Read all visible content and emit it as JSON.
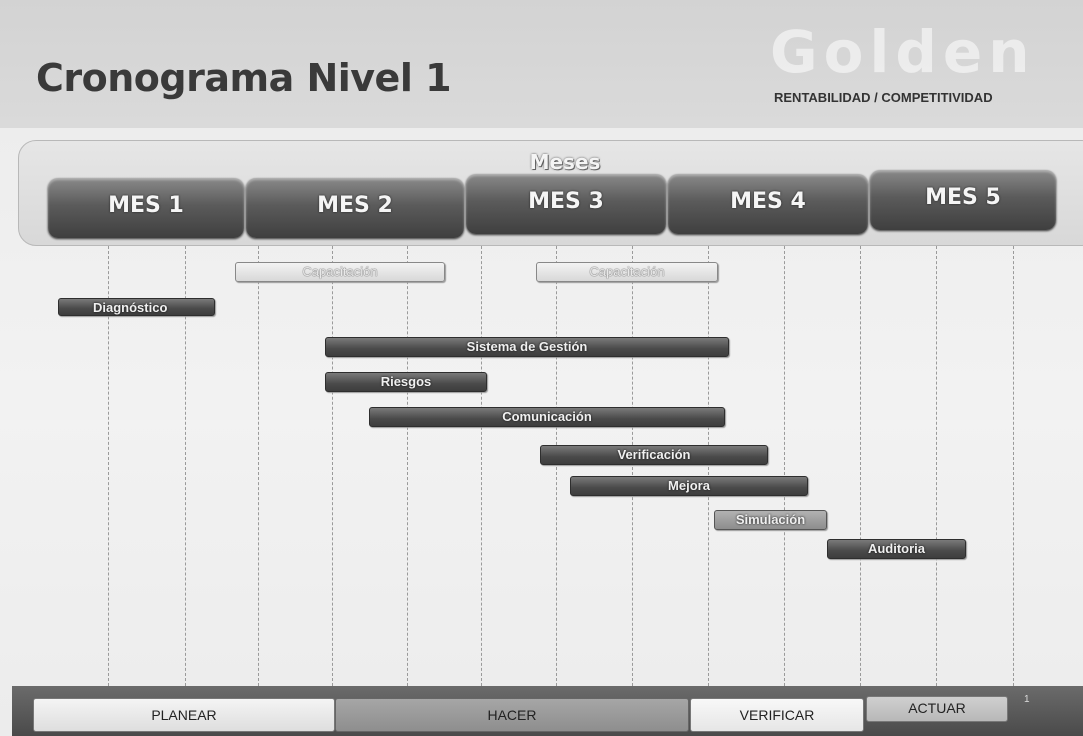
{
  "title": "Cronograma Nivel 1",
  "logo_text": "Golden",
  "tagline": "RENTABILIDAD / COMPETITIVIDAD",
  "months_label": "Meses",
  "months": [
    "MES 1",
    "MES 2",
    "MES 3",
    "MES 4",
    "MES 5"
  ],
  "tasks": [
    {
      "label": "Capacitación",
      "style": "light"
    },
    {
      "label": "Capacitación",
      "style": "light"
    },
    {
      "label": "Diagnóstico",
      "style": "dark"
    },
    {
      "label": "Sistema de Gestión",
      "style": "dark"
    },
    {
      "label": "Riesgos",
      "style": "dark"
    },
    {
      "label": "Comunicación",
      "style": "dark"
    },
    {
      "label": "Verificación",
      "style": "dark"
    },
    {
      "label": "Mejora",
      "style": "dark"
    },
    {
      "label": "Simulación",
      "style": "mid"
    },
    {
      "label": "Auditoria",
      "style": "dark"
    }
  ],
  "phases": [
    "PLANEAR",
    "HACER",
    "VERIFICAR",
    "ACTUAR"
  ],
  "page_number": "1",
  "colors": {
    "bar_dark": "#4a4a4a",
    "bar_light": "#e0e0e0",
    "header_bg": "#d6d6d6",
    "footer_bg": "#5a5a5a"
  }
}
